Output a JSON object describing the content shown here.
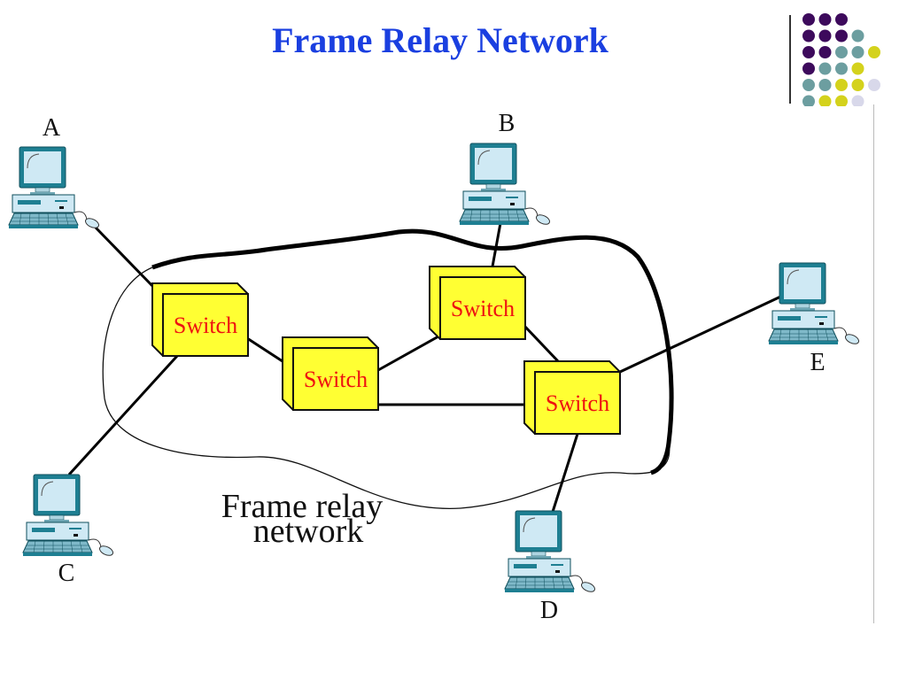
{
  "slide": {
    "title": "Frame Relay Network",
    "accent_color": "#1a3fe0"
  },
  "decoration": {
    "dot_grid_rows": [
      [
        "purple",
        "purple",
        "purple",
        null,
        null
      ],
      [
        "purple",
        "purple",
        "purple",
        "teal",
        null
      ],
      [
        "purple",
        "purple",
        "teal",
        "teal",
        "yellow"
      ],
      [
        "purple",
        "teal",
        "teal",
        "yellow",
        null
      ],
      [
        "teal",
        "teal",
        "yellow",
        "yellow",
        "lavender"
      ],
      [
        "teal",
        "yellow",
        "yellow",
        "lavender",
        null
      ]
    ],
    "colors": {
      "purple": "#3d0a5c",
      "teal": "#6c9ea0",
      "yellow": "#d4d21c",
      "lavender": "#d8d8ea"
    }
  },
  "diagram": {
    "cloud_label_line1": "Frame relay",
    "cloud_label_line2": "network",
    "switch_fill": "#ffff33",
    "switch_text_color": "#ee1111",
    "switches": [
      {
        "id": "s1",
        "label": "Switch"
      },
      {
        "id": "s2",
        "label": "Switch"
      },
      {
        "id": "s3",
        "label": "Switch"
      },
      {
        "id": "s4",
        "label": "Switch"
      }
    ],
    "computers": [
      {
        "id": "A",
        "label": "A"
      },
      {
        "id": "B",
        "label": "B"
      },
      {
        "id": "C",
        "label": "C"
      },
      {
        "id": "D",
        "label": "D"
      },
      {
        "id": "E",
        "label": "E"
      }
    ],
    "links": [
      [
        "A",
        "s1"
      ],
      [
        "C",
        "s1"
      ],
      [
        "s1",
        "s2"
      ],
      [
        "s2",
        "s3"
      ],
      [
        "s2",
        "s4"
      ],
      [
        "s3",
        "s4"
      ],
      [
        "B",
        "s3"
      ],
      [
        "D",
        "s4"
      ],
      [
        "E",
        "s4"
      ]
    ]
  }
}
